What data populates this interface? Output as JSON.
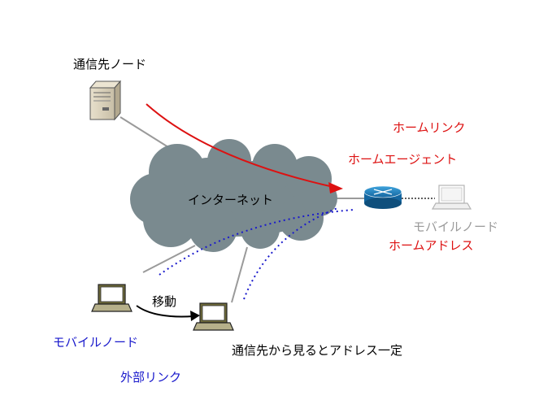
{
  "labels": {
    "correspondent_node": "通信先ノード",
    "internet": "インターネット",
    "home_link": "ホームリンク",
    "home_agent": "ホームエージェント",
    "mobile_node_home": "モバイルノード",
    "home_address": "ホームアドレス",
    "move": "移動",
    "mobile_node": "モバイルノード",
    "constant_address": "通信先から見るとアドレス一定",
    "foreign_link": "外部リンク"
  },
  "colors": {
    "red": "#dd1111",
    "blue": "#1a1acc",
    "gray": "#9a9a9a",
    "cloud_fill": "#7a8a8f",
    "router_blue": "#1f8ac4"
  },
  "icons": {
    "correspondent": "server-icon",
    "router": "router-icon",
    "laptop": "laptop-icon"
  }
}
